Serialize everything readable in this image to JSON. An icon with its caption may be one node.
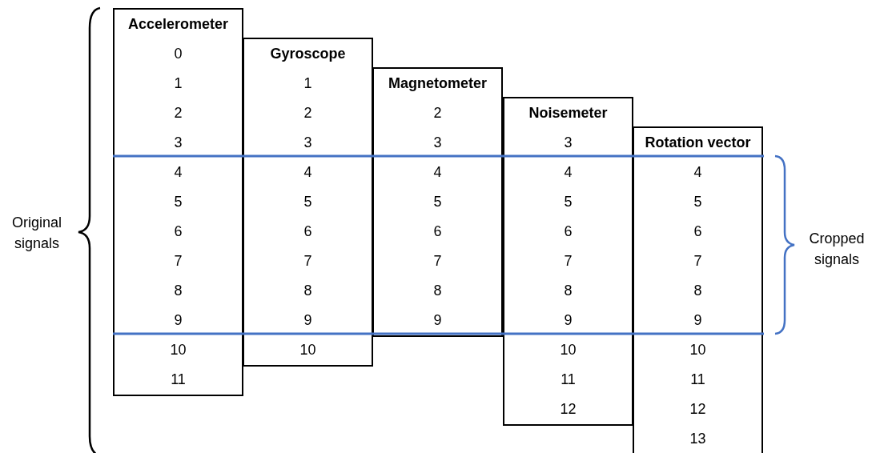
{
  "diagram": {
    "nodes": [
      {
        "text": [
          "Accelerometer",
          "0",
          "1",
          "2",
          "3",
          "4",
          "5",
          "6",
          "7",
          "8",
          "9",
          "10",
          "11"
        ]
      },
      {
        "text": [
          "Gyroscope",
          "1",
          "2",
          "3",
          "4",
          "5",
          "6",
          "7",
          "8",
          "9",
          "10"
        ]
      },
      {
        "text": [
          "Magnetometer",
          "2",
          "3",
          "4",
          "5",
          "6",
          "7",
          "8",
          "9"
        ]
      },
      {
        "text": [
          "Noisemeter",
          "3",
          "4",
          "5",
          "6",
          "7",
          "8",
          "9",
          "10",
          "11",
          "12"
        ]
      },
      {
        "text": [
          "Rotation vector",
          "4",
          "5",
          "6",
          "7",
          "8",
          "9",
          "10",
          "11",
          "12",
          "13"
        ]
      }
    ],
    "labels": [
      "Original signals",
      "Cropped signals"
    ]
  }
}
